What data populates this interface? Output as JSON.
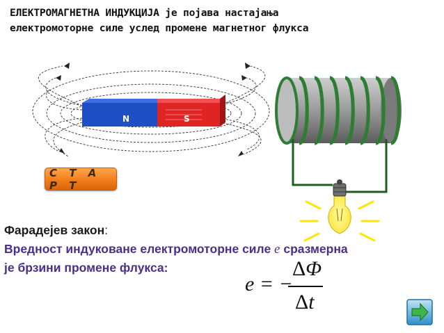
{
  "title": {
    "bold_term": "ЕЛЕКТРОМАГНЕТНА ИНДУКЦИЈА",
    "rest_line1": " је појава настајања",
    "line2": "електромоторне силе услед промене магнетног флукса"
  },
  "magnet": {
    "north_label": "N",
    "south_label": "S",
    "north_color": "#1f4fc4",
    "south_color": "#e02424"
  },
  "coil": {
    "color": "#2e7d32",
    "turns": 7
  },
  "bulb": {
    "state": "lit"
  },
  "start_button": {
    "label": "С Т А Р Т"
  },
  "law": {
    "heading": "Фарадејев закон",
    "heading_colon": ":",
    "line1_pre": "Вредност индуковане електромоторне силе ",
    "line1_var": "e",
    "line1_post": " сразмерна",
    "line2": "је брзини промене флукса:"
  },
  "formula": {
    "lhs": "e = −",
    "numerator_delta": "Δ",
    "numerator_var": "Φ",
    "denominator_delta": "Δ",
    "denominator_var": "t"
  },
  "nav": {
    "next_icon": "arrow-right-icon"
  },
  "colors": {
    "law_text": "#4a2f8a",
    "start_button": "#f08a24",
    "nav_button": "#3fa0d8"
  }
}
